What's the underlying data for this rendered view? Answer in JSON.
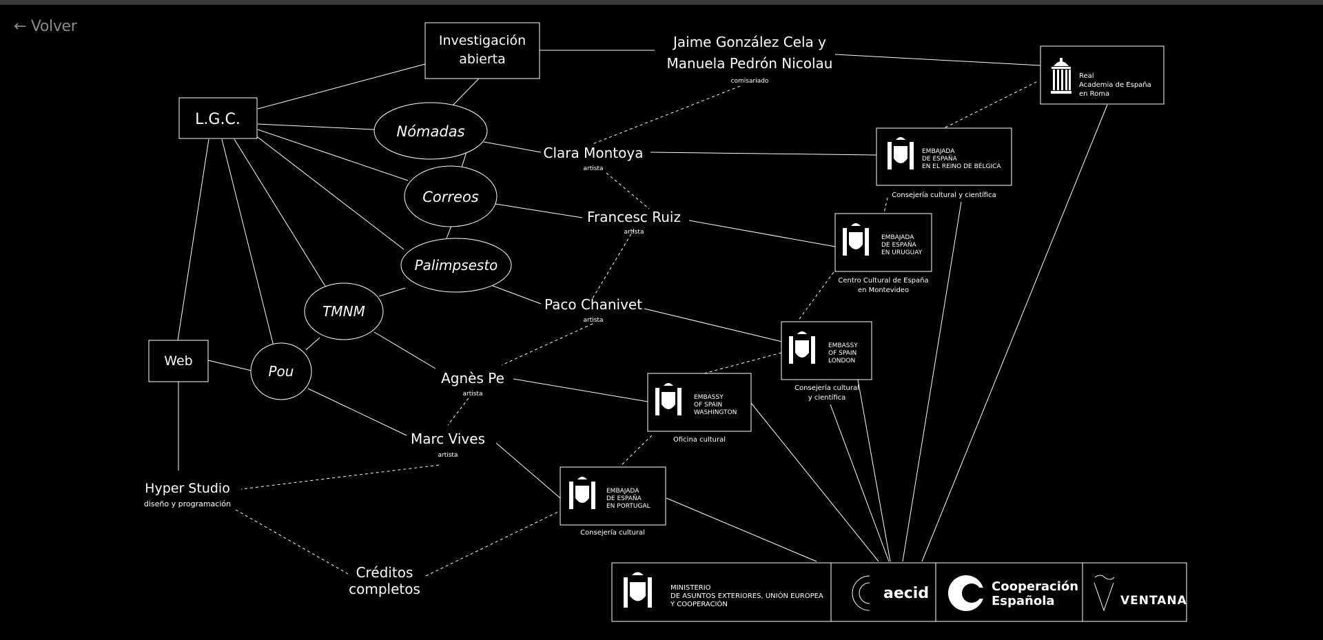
{
  "nav": {
    "back_label": "← Volver"
  },
  "project_nodes": {
    "investigacion": [
      "Investigación",
      "abierta"
    ],
    "lgc": "L.G.C.",
    "web": "Web",
    "hyper_studio": "Hyper Studio",
    "hyper_studio_role": "diseño y programación",
    "creditos": [
      "Créditos",
      "completos"
    ]
  },
  "sections": [
    "Nómadas",
    "Correos",
    "Palimpsesto",
    "TMNM",
    "Pou"
  ],
  "people": [
    {
      "name": "Jaime González Cela y",
      "name2": "Manuela Pedrón Nicolau",
      "role": "comisariado"
    },
    {
      "name": "Clara Montoya",
      "role": "artista"
    },
    {
      "name": "Francesc Ruiz",
      "role": "artista"
    },
    {
      "name": "Paco Chanivet",
      "role": "artista"
    },
    {
      "name": "Agnès Pe",
      "role": "artista"
    },
    {
      "name": "Marc Vives",
      "role": "artista"
    }
  ],
  "institutions": [
    {
      "lines": [
        "Real",
        "Academia de España",
        "en Roma"
      ],
      "caption": ""
    },
    {
      "lines": [
        "EMBAJADA",
        "DE ESPAÑA",
        "EN EL REINO DE BÉLGICA"
      ],
      "caption": "Consejería cultural y científica"
    },
    {
      "lines": [
        "EMBAJADA",
        "DE ESPAÑA",
        "EN URUGUAY"
      ],
      "caption": "Centro Cultural de España",
      "caption2": "en Montevideo"
    },
    {
      "lines": [
        "EMBASSY",
        "OF SPAIN",
        "LONDON"
      ],
      "caption": "Consejería cultural",
      "caption2": "y científica"
    },
    {
      "lines": [
        "EMBASSY",
        "OF SPAIN",
        "WASHINGTON"
      ],
      "caption": "Oficina cultural"
    },
    {
      "lines": [
        "EMBAJADA",
        "DE ESPAÑA",
        "EN PORTUGAL"
      ],
      "caption": "Consejería cultural"
    }
  ],
  "sponsors": {
    "ministerio": [
      "MINISTERIO",
      "DE ASUNTOS EXTERIORES, UNIÓN EUROPEA",
      "Y COOPERACIÓN"
    ],
    "aecid": "aecid",
    "cooperacion": [
      "Cooperación",
      "Española"
    ],
    "ventana": "VENTANA"
  }
}
